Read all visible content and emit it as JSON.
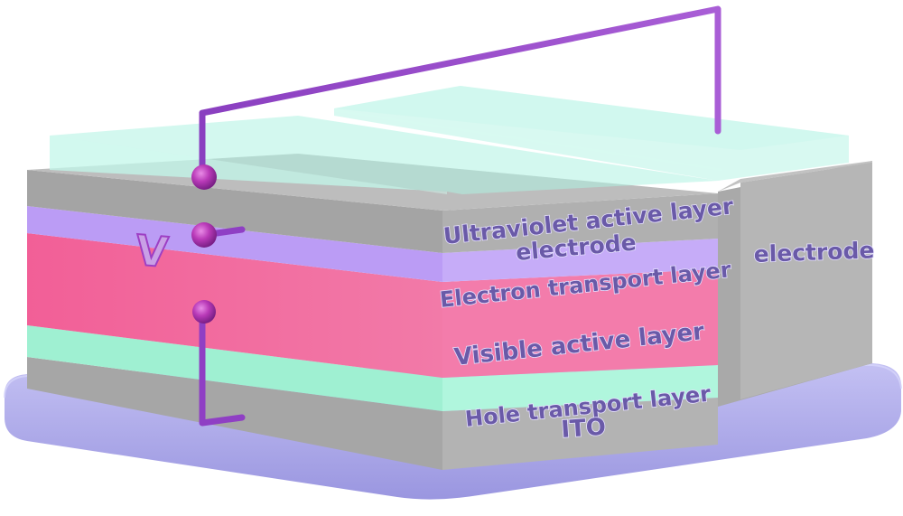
{
  "labels": {
    "uv_active_layer": "Ultraviolet active  layer",
    "top_electrode": "electrode",
    "electron_transport_layer": "Electron transport layer",
    "visible_active_layer": "Visible active layer",
    "hole_transport_layer": "Hole transport layer",
    "ito": "ITO",
    "side_electrode": "electrode",
    "voltage_symbol": "V"
  },
  "colors": {
    "base_plate": "#a9a6e8",
    "ito_gray": "#a8a8a8",
    "hole_transport": "#a6f2d6",
    "visible_active": "#f06a9e",
    "electron_transport": "#bfa2f7",
    "top_electrode_gray": "#a7a7a7",
    "uv_active_glass": "#aef3e2",
    "wire": "#9c4fc9",
    "ball": "#b338b8"
  }
}
